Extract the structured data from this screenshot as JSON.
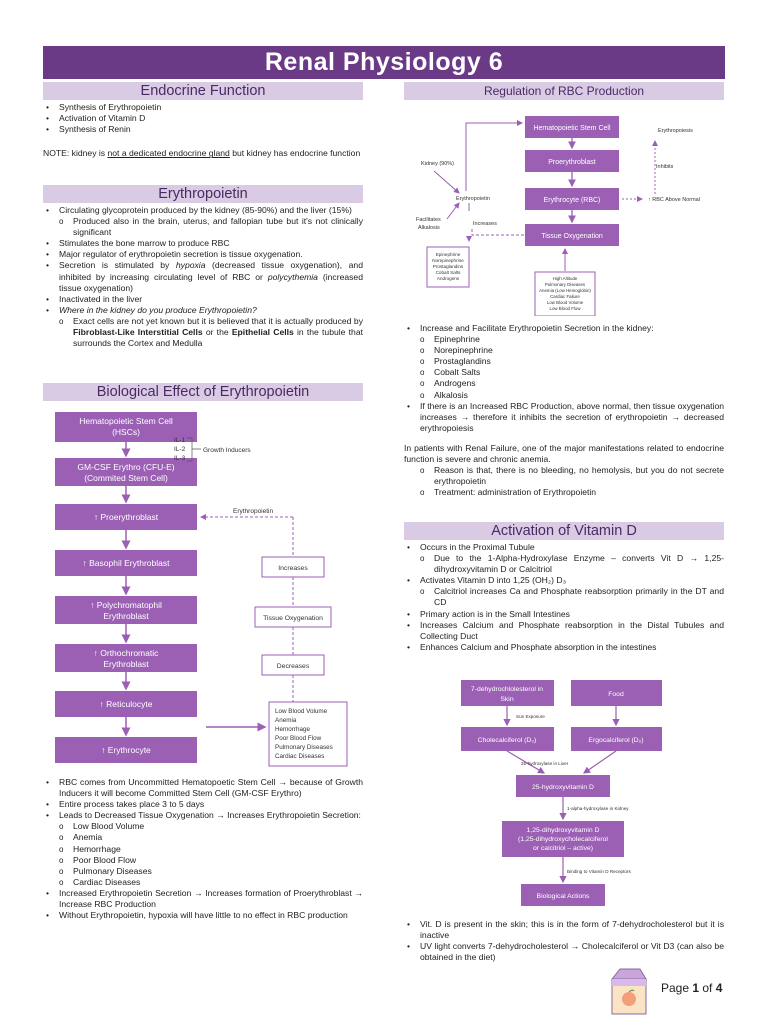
{
  "title": "Renal Physiology 6",
  "sections": {
    "endocrine": "Endocrine Function",
    "erythropoietin": "Erythropoietin",
    "bio_effect": "Biological Effect of Erythropoietin",
    "regulation": "Regulation of RBC Production",
    "vitd": "Activation of Vitamin D"
  },
  "endocrine": {
    "bullets": [
      "Synthesis of Erythropoietin",
      "Activation of Vitamin D",
      "Synthesis of Renin"
    ],
    "note_pre": "NOTE: kidney is ",
    "note_u": "not a dedicated endocrine gland",
    "note_post": " but kidney has endocrine function"
  },
  "epo": {
    "b1": "Circulating glycoprotein produced by the kidney (85-90%) and the liver (15%)",
    "b1_sub": "Produced also in the brain, uterus, and fallopian tube but it's not clinically significant",
    "b2": "Stimulates the bone marrow to produce RBC",
    "b3": "Major regulator of erythropoietin secretion is tissue oxygenation.",
    "b4_a": "Secretion is stimulated by ",
    "b4_i1": "hypoxia",
    "b4_b": " (decreased tissue oxygenation), and inhibited by increasing circulating level of RBC or ",
    "b4_i2": "polycythemia",
    "b4_c": " (increased tissue oxygenation)",
    "b5": "Inactivated in the liver",
    "b6": "Where in the kidney do you produce Erythropoietin?",
    "b6_sub_a": "Exact cells are not yet known but it is believed that it is actually produced by ",
    "b6_sub_b1": "Fibroblast-Like Interstitial Cells",
    "b6_sub_c": " or the ",
    "b6_sub_b2": "Epithelial Cells",
    "b6_sub_d": " in the tubule that surrounds the Cortex and Medulla"
  },
  "bio_diagram": {
    "stem": [
      "Hematopoietic Stem Cell",
      "(HSCs)"
    ],
    "il": [
      "IL-1",
      "IL-2",
      "IL-3"
    ],
    "growth": "Growth Inducers",
    "gm": [
      "GM-CSF Erythro (CFU-E)",
      "(Commited Stem Cell)"
    ],
    "pro": "↑ Proerythroblast",
    "baso": "↑ Basophil Erythroblast",
    "poly": [
      "↑ Polychromatophil",
      "Erythroblast"
    ],
    "ortho": [
      "↑ Orthochromatic",
      "Erythroblast"
    ],
    "retic": "↑ Reticulocyte",
    "ery": "↑ Erythrocyte",
    "epo_label": "Erythropoietin",
    "increases": "Increases",
    "tissue": "Tissue Oxygenation",
    "decreases": "Decreases",
    "causes": [
      "Low Blood Volume",
      "Anemia",
      "Hemorrhage",
      "Poor Blood Flow",
      "Pulmonary Diseases",
      "Cardiac Diseases"
    ]
  },
  "bio_notes": {
    "b1": "RBC comes from Uncommitted Hematopoetic Stem Cell → because of Growth Inducers it will become Committed Stem Cell (GM-CSF Erythro)",
    "b2": "Entire process takes place 3 to 5 days",
    "b3": "Leads to Decreased Tissue Oxygenation → Increases Erythropoietin Secretion:",
    "b3_sub": [
      "Low Blood Volume",
      "Anemia",
      "Hemorrhage",
      "Poor Blood Flow",
      "Pulmonary Diseases",
      "Cardiac Diseases"
    ],
    "b4": "Increased Erythropoietin Secretion → Increases formation of Proerythroblast → Increase RBC Production",
    "b5": "Without Erythropoietin, hypoxia will have little to no effect in RBC production"
  },
  "reg_diagram": {
    "stem": "Hematopoietic Stem Cell",
    "pro": "Proerythroblast",
    "ery": "Erythrocyte (RBC)",
    "tissue": "Tissue Oxygenation",
    "kidney": "Kidney (90%)",
    "epo": "Erythropoietin",
    "facilitates": [
      "Facilitates",
      "Alkalosis"
    ],
    "increases": "Increases",
    "drugs": [
      "Epinephrine",
      "Norepinephrine",
      "Prostaglandins",
      "Cobalt Salts",
      "Androgens"
    ],
    "epo_right": "Erythropoiesis",
    "inhibits": "Inhibits",
    "above": "↑ RBC Above Normal",
    "factors": [
      "High Altitude",
      "Pulmonary Diseases",
      "Anemia (Low Hemoglobin)",
      "Cardiac Failure",
      "Low Blood Volume",
      "Low Blood Flow"
    ]
  },
  "reg_notes": {
    "b1": "Increase and Facilitate Erythropoietin Secretion in the kidney:",
    "b1_sub": [
      "Epinephrine",
      "Norepinephrine",
      "Prostaglandins",
      "Cobalt Salts",
      "Androgens",
      "Alkalosis"
    ],
    "b2": "If there is an Increased RBC Production, above normal, then tissue oxygenation increases → therefore it inhibits the secretion of erythropoietin → decreased erythropoiesis",
    "p": "In patients with Renal Failure, one of the major manifestations related to endocrine function is severe and chronic anemia.",
    "p_sub": [
      "Reason is that, there is no bleeding, no hemolysis, but you do not secrete erythropoietin",
      "Treatment: administration of Erythropoietin"
    ]
  },
  "vitd": {
    "b1": "Occurs in the Proximal Tubule",
    "b1_sub": "Due to the 1-Alpha-Hydroxylase Enzyme – converts Vit D → 1,25-dihydroxyvitamin D or Calcitriol",
    "b2": "Activates Vitamin D into 1,25 (OH₂) D₃",
    "b2_sub": "Calcitriol increases Ca and Phosphate reabsorption primarily in the DT and CD",
    "b3": "Primary action is in the Small Intestines",
    "b4": "Increases Calcium and Phosphate reabsorption in the Distal Tubules and Collecting Duct",
    "b5": "Enhances Calcium and Phosphate absorption in the intestines",
    "b6": "Vit. D is present in the skin; this is in the form of 7-dehydrocholesterol but it is inactive",
    "b7": "UV light converts 7-dehydrocholesterol → Cholecalciferol or Vit D3 (can also be obtained in the diet)"
  },
  "vitd_diagram": {
    "skin": [
      "7-dehydrochlolesterol in",
      "Skin"
    ],
    "food": "Food",
    "sun": "Sun Exposure",
    "chole": "Cholecalciferol (D₃)",
    "ergo": "Ergocalciferol (D₂)",
    "liver": "25-hydroxylase in Liver",
    "hvd": "25-hydroxyvitamin D",
    "alpha": "1-alpha-hydroxylase in Kidney",
    "dhvd": [
      "1,25-dihydroxyvitamin D",
      "(1,25-dihydroxycholecalciferol",
      "or calcitriol – active)"
    ],
    "binding": "Binding to Vitamin D Receptors",
    "bio": "Biological Actions"
  },
  "page": {
    "pre": "Page ",
    "num": "1",
    "mid": " of ",
    "total": "4"
  },
  "colors": {
    "title_bg": "#6a3a86",
    "section_bg": "#d9cbe4",
    "box": "#9b5fb4",
    "line": "#9b5fb4"
  }
}
